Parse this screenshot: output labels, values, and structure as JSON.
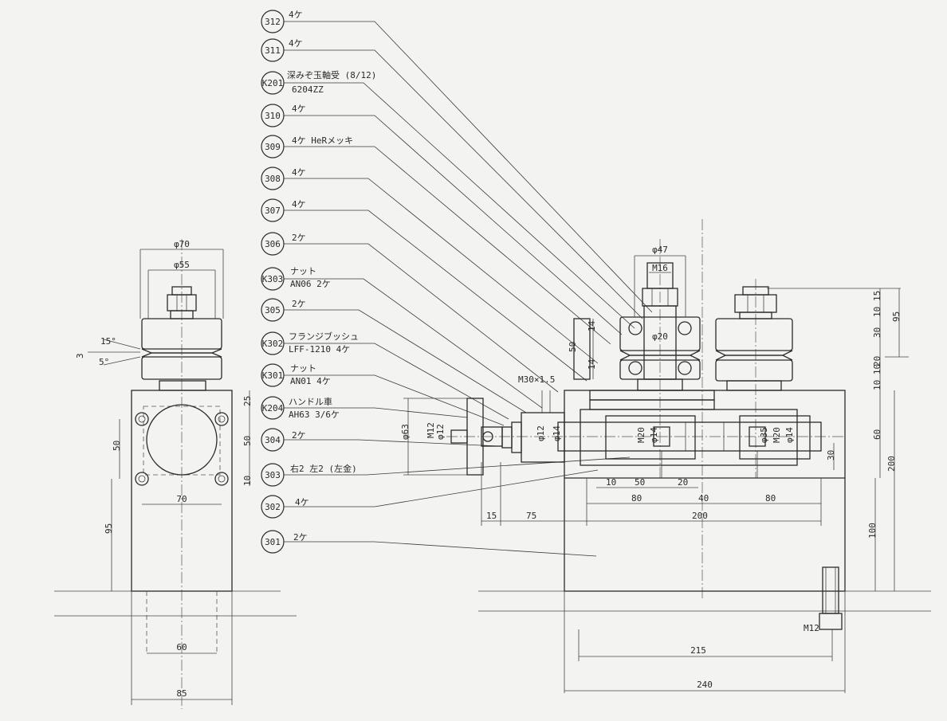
{
  "parts": [
    {
      "no": "312",
      "note": "4ケ",
      "note2": ""
    },
    {
      "no": "311",
      "note": "4ケ",
      "note2": ""
    },
    {
      "no": "K201",
      "note": "深みぞ玉軸受 (8/12)",
      "note2": "6204ZZ"
    },
    {
      "no": "310",
      "note": "4ケ",
      "note2": ""
    },
    {
      "no": "309",
      "note": "4ケ HeRメッキ",
      "note2": ""
    },
    {
      "no": "308",
      "note": "4ケ",
      "note2": ""
    },
    {
      "no": "307",
      "note": "4ケ",
      "note2": ""
    },
    {
      "no": "306",
      "note": "2ケ",
      "note2": ""
    },
    {
      "no": "K303",
      "note": "ナット",
      "note2": "AN06 2ケ"
    },
    {
      "no": "305",
      "note": "2ケ",
      "note2": ""
    },
    {
      "no": "K302",
      "note": "フランジブッシュ",
      "note2": "LFF-1210 4ケ"
    },
    {
      "no": "K301",
      "note": "ナット",
      "note2": "AN01 4ケ"
    },
    {
      "no": "K204",
      "note": "ハンドル車",
      "note2": "AH63 3/6ケ"
    },
    {
      "no": "304",
      "note": "2ケ",
      "note2": ""
    },
    {
      "no": "303",
      "note": "右2 左2 (左金)",
      "note2": ""
    },
    {
      "no": "302",
      "note": "4ケ",
      "note2": ""
    },
    {
      "no": "301",
      "note": "2ケ",
      "note2": ""
    }
  ],
  "side_view": {
    "d70": "φ70",
    "d55": "φ55",
    "a15": "15°",
    "a5": "5°",
    "d3": "3",
    "d25": "25",
    "d50a": "50",
    "d50b": "50",
    "d10": "10",
    "d70w": "70",
    "d95": "95",
    "d60": "60",
    "d85": "85"
  },
  "front_view": {
    "d47": "φ47",
    "m16": "M16",
    "d20": "φ20",
    "d14a": "14",
    "d50": "50",
    "d14b": "14",
    "m30": "M30×1.5",
    "d63": "φ63",
    "m12": "M12",
    "d12": "φ12",
    "d14c": "φ14",
    "m20": "M20",
    "d35": "φ35",
    "m20b": "M20",
    "d15t": "15",
    "d10t": "10",
    "d30t": "30",
    "d20t": "20",
    "d1010": "10 10",
    "d95": "95",
    "d60": "60",
    "d30": "30",
    "d200v": "200",
    "d100": "100",
    "d10b": "10",
    "d50b": "50",
    "d20b": "20",
    "d15": "15",
    "d75": "75",
    "d80a": "80",
    "d40": "40",
    "d80b": "80",
    "d200h": "200",
    "m12b": "M12",
    "d215": "215",
    "d240": "240"
  }
}
